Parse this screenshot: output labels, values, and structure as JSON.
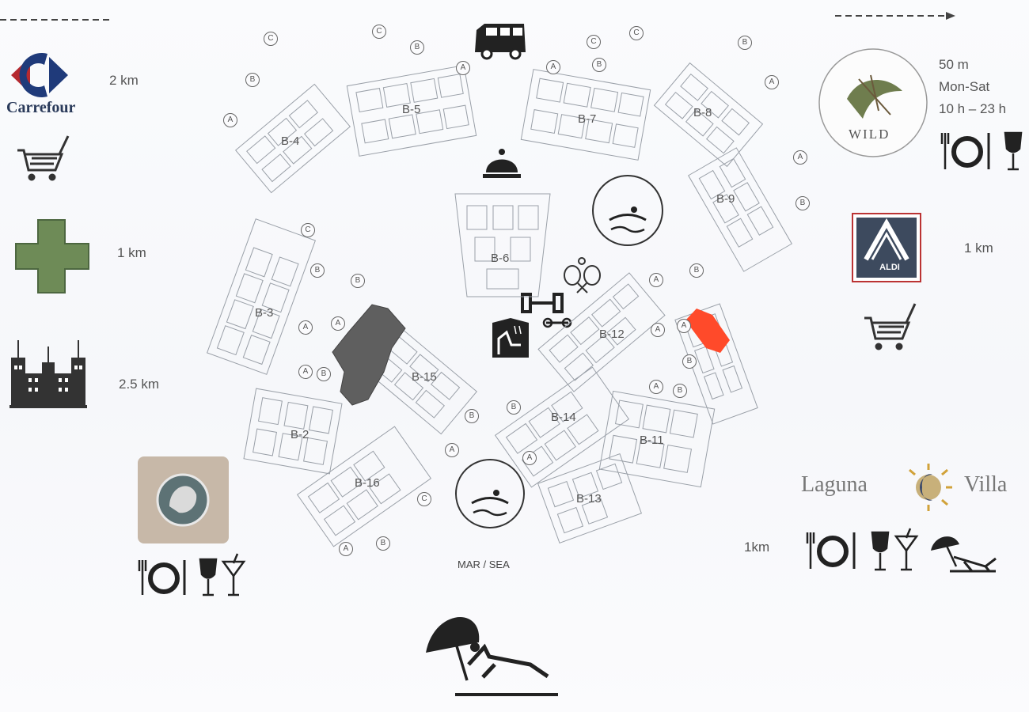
{
  "left_pois": {
    "carrefour": {
      "name": "Carrefour",
      "distance": "2 km"
    },
    "pharmacy": {
      "distance": "1 km",
      "color": "#6e8b57"
    },
    "hospital": {
      "distance": "2.5 km"
    }
  },
  "right_pois": {
    "wild": {
      "name": "WILD",
      "distance": "50 m",
      "days": "Mon-Sat",
      "hours": "10 h – 23 h"
    },
    "aldi": {
      "name": "ALDI",
      "distance": "1 km"
    },
    "laguna": {
      "name_left": "Laguna",
      "name_right": "Villa",
      "distance": "1km"
    }
  },
  "map": {
    "sea_label": "MAR / SEA",
    "blocks": [
      "B-2",
      "B-3",
      "B-4",
      "B-5",
      "B-6",
      "B-7",
      "B-8",
      "B-9",
      "B-11",
      "B-12",
      "B-13",
      "B-14",
      "B-15",
      "B-16"
    ],
    "entrance_letters": [
      "A",
      "B",
      "C"
    ],
    "highlight_color": "#ff4a2a",
    "dark_block_color": "#5f5f5f"
  },
  "icons": [
    "shopping-cart",
    "pharmacy-cross",
    "hospital",
    "restaurant",
    "wine-glass",
    "cocktail",
    "beach-lounger",
    "pool",
    "reception-bell",
    "tennis",
    "gym",
    "sauna",
    "minibus",
    "arrow"
  ]
}
